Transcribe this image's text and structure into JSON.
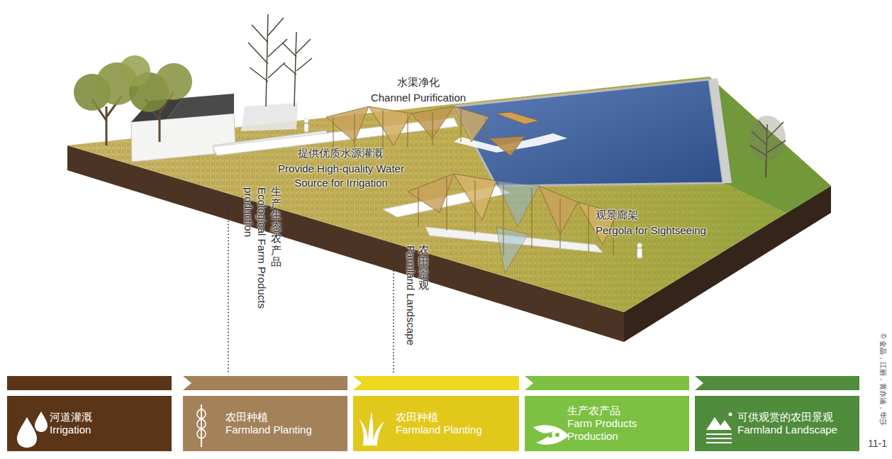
{
  "diagram": {
    "nodes": [
      {
        "text": [
          "河道灌溉",
          "Irrigation"
        ]
      },
      {
        "text": [
          "农田种植",
          "Farmland Planting"
        ]
      },
      {
        "text": [
          "农田种植",
          "Farmland Planting"
        ]
      },
      {
        "text": [
          "生产农产品",
          "Farm Products Production"
        ]
      },
      {
        "text": [
          "可供观赏的农田景观",
          "Farmland Landscape"
        ]
      }
    ],
    "labels": [
      "水渠净化",
      "Channel Purification",
      "提供优质水源灌溉",
      "Provide High-quality Water Source for Irrigation",
      "观景廊架",
      "Pergola for Sightseeing",
      "生产生态农产品",
      "Ecological Farm Products production",
      "农田景观",
      "Farmland Landscape",
      "© 金晶，江丽，黄亦涵，华莎",
      "11-1"
    ]
  }
}
